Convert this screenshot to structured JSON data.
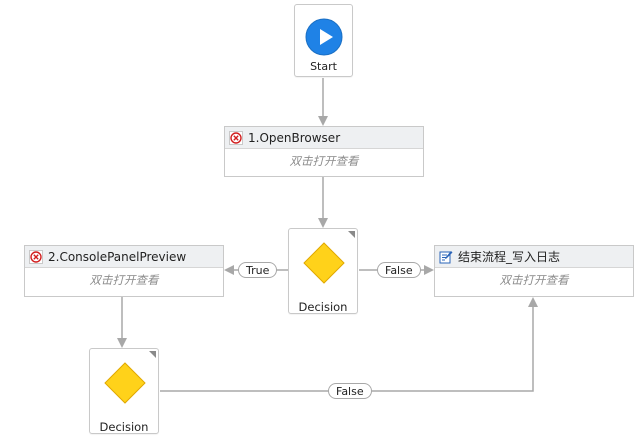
{
  "nodes": {
    "start": {
      "label": "Start"
    },
    "open_browser": {
      "title": "1.OpenBrowser",
      "hint": "双击打开查看",
      "icon": "error-circle-icon"
    },
    "console_panel": {
      "title": "2.ConsolePanelPreview",
      "hint": "双击打开查看",
      "icon": "error-circle-icon"
    },
    "end_flow": {
      "title": "结束流程_写入日志",
      "hint": "双击打开查看",
      "icon": "edit-note-icon"
    },
    "decision_1": {
      "label": "Decision"
    },
    "decision_2": {
      "label": "Decision"
    }
  },
  "edges": {
    "decision_1_true": "True",
    "decision_1_false": "False",
    "decision_2_false": "False"
  },
  "colors": {
    "start_blue": "#1f82e6",
    "diamond_yellow": "#ffd21a",
    "connector_gray": "#a0a0a0",
    "error_red": "#d11f1f"
  }
}
